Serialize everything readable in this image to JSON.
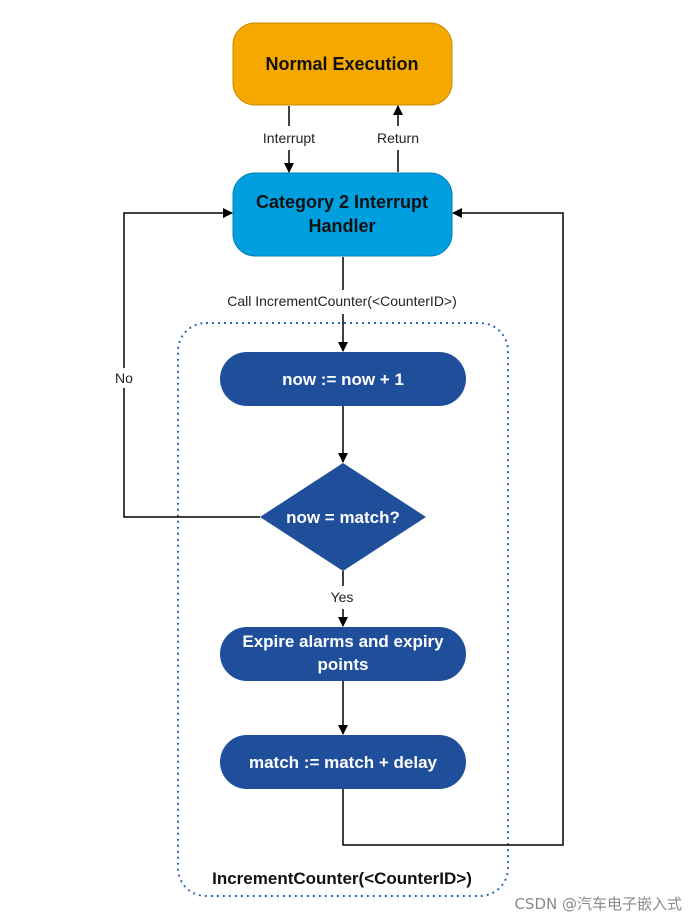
{
  "colors": {
    "normal_execution_fill": "#F5A800",
    "handler_fill": "#00A0E0",
    "process_fill": "#1F4E9B",
    "line": "#000000",
    "container_border": "#2E6DB4"
  },
  "nodes": {
    "normal_execution": "Normal Execution",
    "handler_line1": "Category 2 Interrupt",
    "handler_line2": "Handler",
    "increment_now": "now := now + 1",
    "match_decision": "now = match?",
    "expire_line1": "Expire alarms and expiry",
    "expire_line2": "points",
    "update_match": "match := match + delay"
  },
  "edges": {
    "interrupt": "Interrupt",
    "return": "Return",
    "call": "Call IncrementCounter(<CounterID>)",
    "no": "No",
    "yes": "Yes"
  },
  "container": {
    "label": "IncrementCounter(<CounterID>)"
  },
  "watermark": "CSDN @汽车电子嵌入式"
}
